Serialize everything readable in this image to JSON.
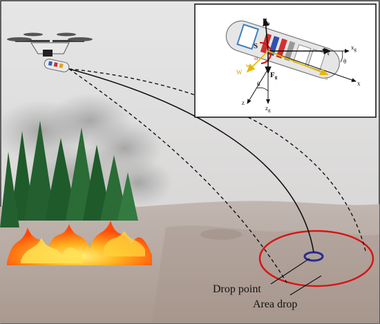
{
  "labels": {
    "drop_point": "Drop point",
    "area_drop": "Area drop"
  },
  "inset": {
    "force_aero": "F",
    "force_aero_sub": "a",
    "force_gravity": "F",
    "force_gravity_sub": "g",
    "velocity": "V",
    "velocity_sub": "c",
    "center_label": "S",
    "wind_label": "W",
    "u_label": "u",
    "w_label": "w",
    "theta_top": "θ",
    "theta_bottom": "θ",
    "x_axis": "x",
    "xg_axis": "x",
    "xg_sub": "g",
    "z_axis": "z",
    "zg_axis": "z",
    "zg_sub": "g",
    "omega_label": "ω"
  },
  "colors": {
    "sky": "#dedede",
    "ground": "#b8aaa2",
    "forest": "#1f5a2b",
    "fire": "#ff8a1a",
    "area_ring": "#d81414",
    "drop_ring": "#2a2a90",
    "trajectory": "#111111",
    "yellow_vector": "#e7b800"
  }
}
